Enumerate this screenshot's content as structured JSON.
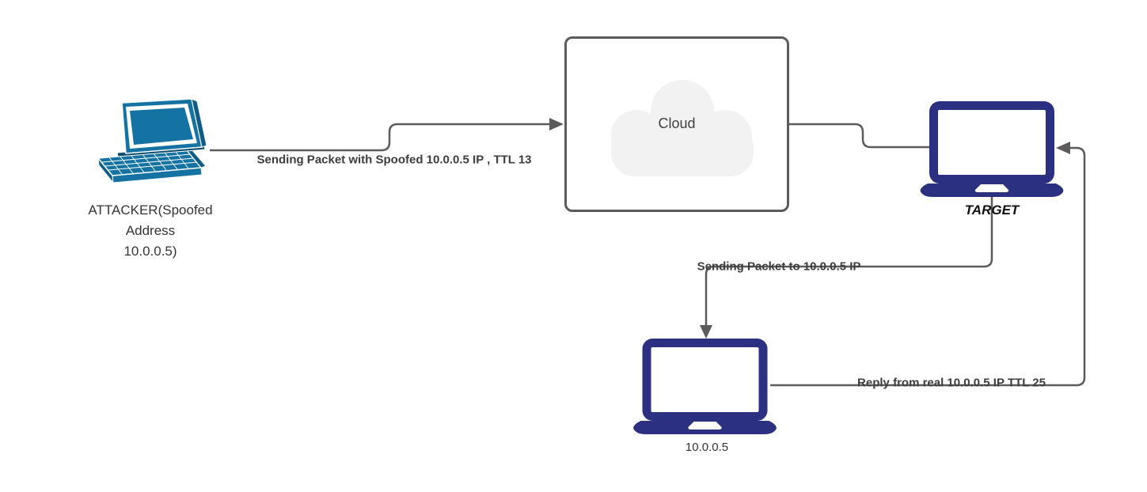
{
  "diagram": {
    "type": "network-attack-flow",
    "colors": {
      "connector": "#5b5b5b",
      "laptop_navy": "#2b3180",
      "laptop_teal": "#1573a3",
      "laptop_teal_dark": "#0f5d87",
      "cloud_fill": "#f2f2f2",
      "box_border": "#5b5b5b",
      "edge_label_text": "#3d3d3d",
      "node_label_text": "#343434"
    },
    "nodes": {
      "attacker": {
        "icon": "laptop-3d-icon",
        "label_lines": [
          "ATTACKER(Spoofed",
          "Address",
          "10.0.0.5)"
        ]
      },
      "cloud": {
        "icon": "cloud-icon",
        "label": "Cloud"
      },
      "target": {
        "icon": "laptop-icon",
        "label": "TARGET"
      },
      "real_host": {
        "icon": "laptop-icon",
        "label": "10.0.0.5"
      }
    },
    "edges": [
      {
        "from": "attacker",
        "to": "cloud",
        "label": "Sending Packet with Spoofed 10.0.0.5 IP , TTL 13"
      },
      {
        "from": "cloud",
        "to": "target",
        "label": ""
      },
      {
        "from": "target",
        "to": "real_host",
        "label": "Sending Packet to 10.0.0.5 IP"
      },
      {
        "from": "real_host",
        "to": "target",
        "label": "Reply from real 10.0.0.5 IP TTL 25"
      }
    ]
  }
}
